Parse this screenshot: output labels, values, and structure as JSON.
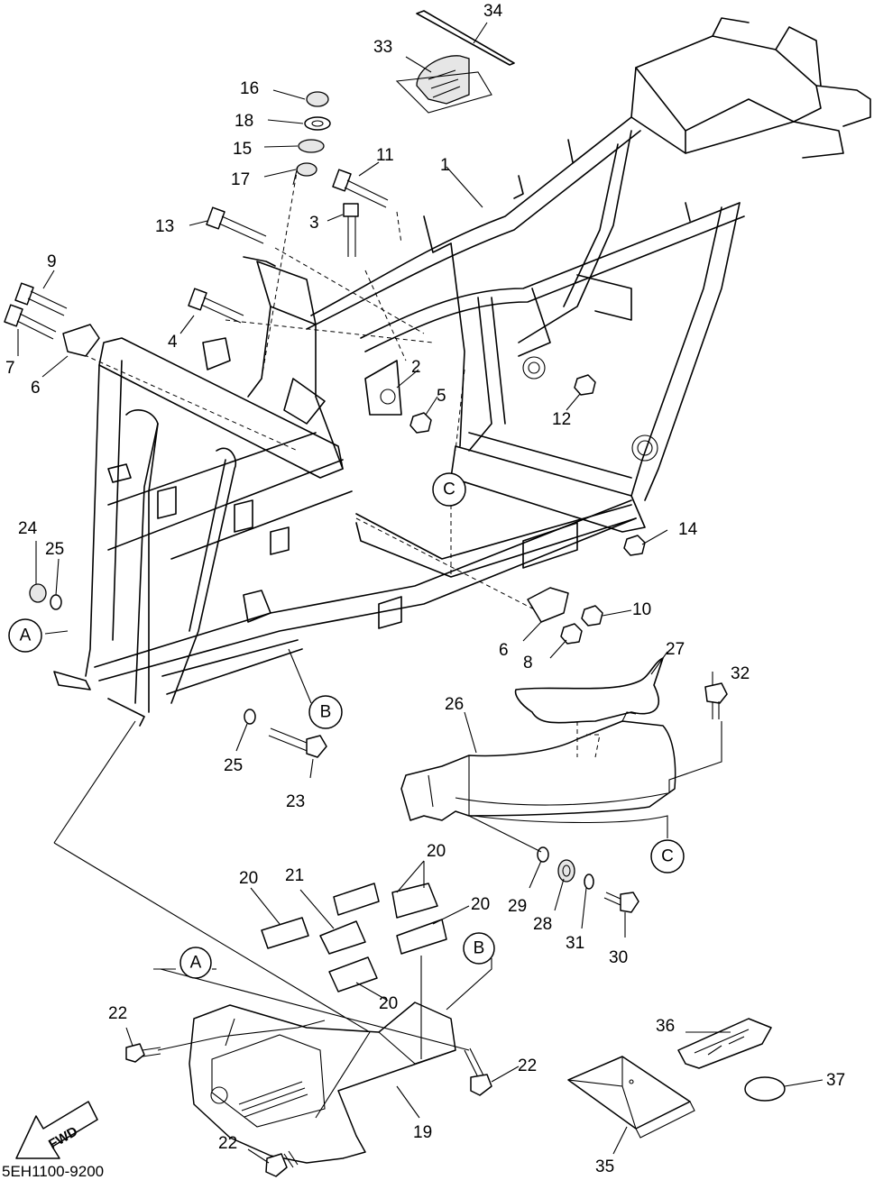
{
  "drawing_code": "5EH1100-9200",
  "fwd_label": "FWD",
  "callouts": {
    "c1": "1",
    "c2": "2",
    "c3": "3",
    "c4": "4",
    "c5": "5",
    "c6a": "6",
    "c6b": "6",
    "c7": "7",
    "c8": "8",
    "c9": "9",
    "c10": "10",
    "c11": "11",
    "c12": "12",
    "c13": "13",
    "c14": "14",
    "c15": "15",
    "c16": "16",
    "c17": "17",
    "c18": "18",
    "c19": "19",
    "c20a": "20",
    "c20b": "20",
    "c20c": "20",
    "c20d": "20",
    "c21": "21",
    "c22a": "22",
    "c22b": "22",
    "c22c": "22",
    "c23": "23",
    "c24": "24",
    "c25a": "25",
    "c25b": "25",
    "c26": "26",
    "c27": "27",
    "c28": "28",
    "c29": "29",
    "c30": "30",
    "c31": "31",
    "c32": "32",
    "c33": "33",
    "c34": "34",
    "c35": "35",
    "c36": "36",
    "c37": "37"
  },
  "references": {
    "a1": "A",
    "a2": "A",
    "b1": "B",
    "b2": "B",
    "c1": "C",
    "c2": "C"
  }
}
